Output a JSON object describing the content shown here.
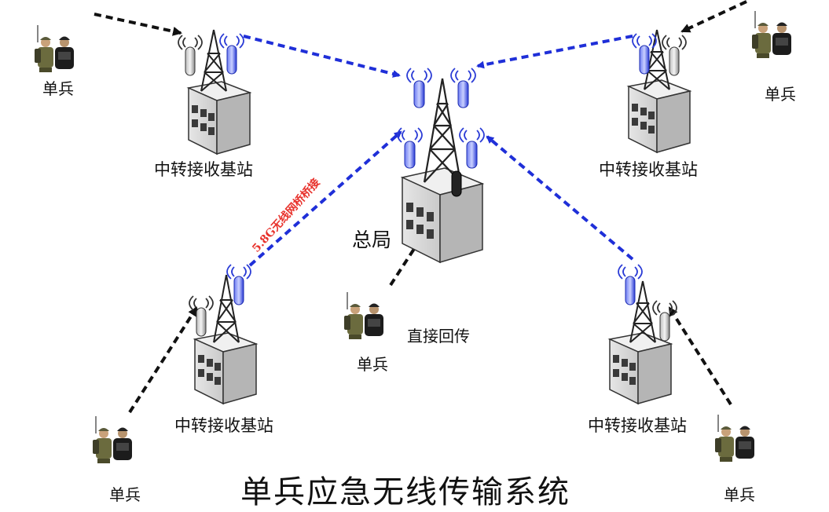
{
  "title": "单兵应急无线传输系统",
  "hq_label": "总局",
  "direct_link_label": "直接回传",
  "bridge_label": "5.8G无线网桥桥接",
  "relay_station_label": "中转接收基站",
  "soldier_label": "单兵",
  "colors": {
    "wireless_link": "#1f2fd8",
    "soldier_link": "#111111",
    "bridge_label": "#e8322c",
    "antenna_blue": "#2a3bd6",
    "tower": "#222222",
    "building": "#d7d7d7"
  }
}
